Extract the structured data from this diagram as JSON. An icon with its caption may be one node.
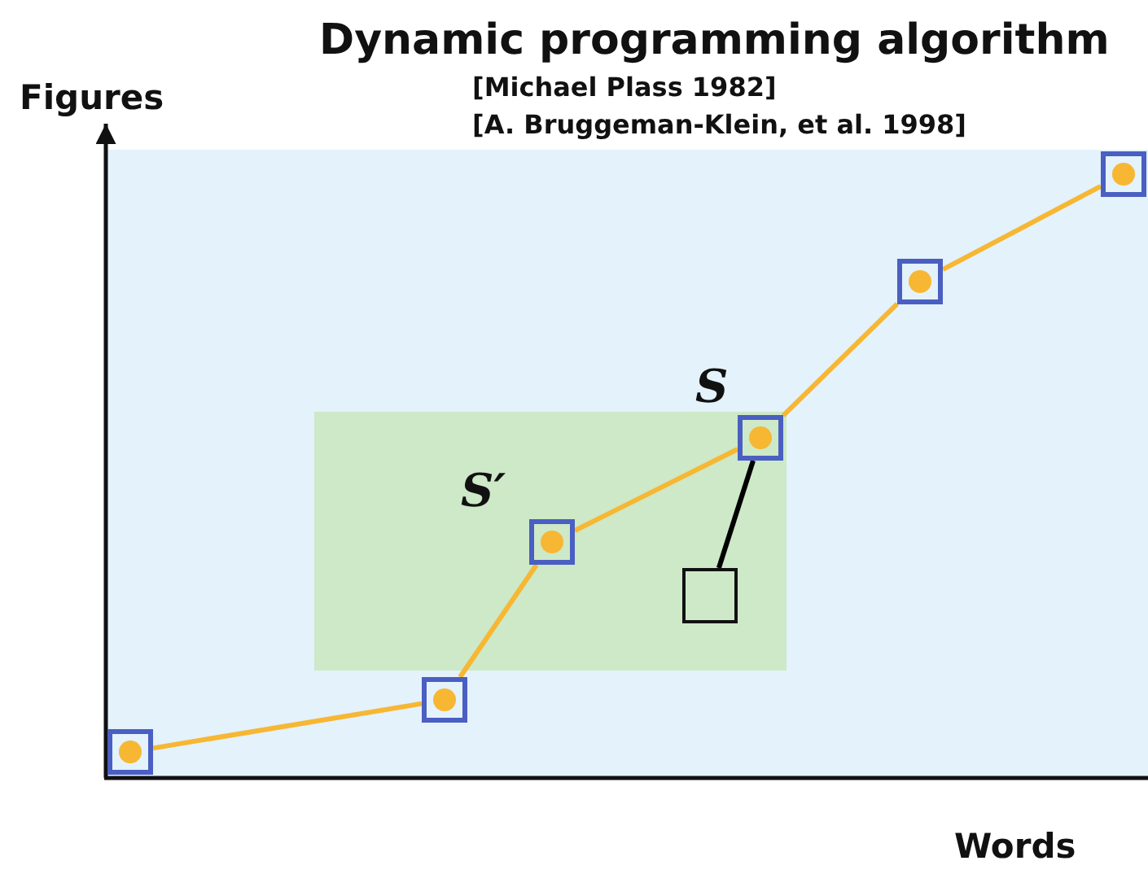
{
  "diagram": {
    "title": "Dynamic programming algorithm",
    "nodes": [
      {
        "text": [],
        "shape": "box"
      },
      {
        "text": [],
        "shape": "box"
      },
      {
        "text": [],
        "shape": "box",
        "beside": [
          "S′"
        ]
      },
      {
        "text": [],
        "shape": "box",
        "beside": [
          "S"
        ]
      },
      {
        "text": [],
        "shape": "box"
      },
      {
        "text": [],
        "shape": "box"
      },
      {
        "text": [],
        "shape": "box"
      }
    ],
    "edges": [
      {
        "from": 0,
        "to": 1,
        "arrow": "none"
      },
      {
        "from": 1,
        "to": 2,
        "arrow": "none"
      },
      {
        "from": 2,
        "to": 3,
        "arrow": "none"
      },
      {
        "from": 3,
        "to": 4,
        "arrow": "none"
      },
      {
        "from": 4,
        "to": 5,
        "arrow": "none"
      },
      {
        "from": 3,
        "to": 6,
        "arrow": "none",
        "color": "#000000"
      }
    ],
    "labels": [
      "[Michael Plass 1982]",
      "[A. Bruggeman-Klein, et al. 1998]",
      "Figures",
      "Words"
    ]
  }
}
